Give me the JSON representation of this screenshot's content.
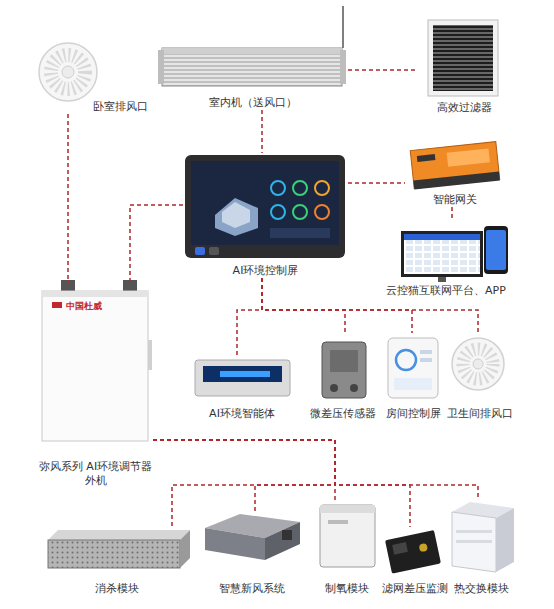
{
  "diagram": {
    "nodes": [
      {
        "text": [
          "卧室排风口"
        ]
      },
      {
        "text": [
          "室内机（送风口）"
        ]
      },
      {
        "text": [
          "高效过滤器"
        ]
      },
      {
        "text": [
          "AI环境控制屏"
        ]
      },
      {
        "text": [
          "智能网关"
        ]
      },
      {
        "text": [
          "云控猫互联网平台、APP"
        ]
      },
      {
        "text": [
          "弥风系列 AI环境调节器外机"
        ]
      },
      {
        "text": [
          "AI环境智能体"
        ]
      },
      {
        "text": [
          "微差压传感器"
        ]
      },
      {
        "text": [
          "房间控制屏"
        ]
      },
      {
        "text": [
          "卫生间排风口"
        ]
      },
      {
        "text": [
          "消杀模块"
        ]
      },
      {
        "text": [
          "智慧新风系统"
        ]
      },
      {
        "text": [
          "制氧模块"
        ]
      },
      {
        "text": [
          "滤网差压监测"
        ]
      },
      {
        "text": [
          "热交换模块"
        ]
      }
    ],
    "edges": [
      {
        "from": 0,
        "to": 6,
        "arrow": "none"
      },
      {
        "from": 1,
        "to": 2,
        "arrow": "none"
      },
      {
        "from": 1,
        "to": 3,
        "arrow": "none"
      },
      {
        "from": 3,
        "to": 6,
        "arrow": "none"
      },
      {
        "from": 3,
        "to": 4,
        "arrow": "none"
      },
      {
        "from": 4,
        "to": 5,
        "arrow": "none"
      },
      {
        "from": 3,
        "to": 7,
        "arrow": "none"
      },
      {
        "from": 3,
        "to": 8,
        "arrow": "none"
      },
      {
        "from": 3,
        "to": 9,
        "arrow": "none"
      },
      {
        "from": 3,
        "to": 10,
        "arrow": "none"
      },
      {
        "from": 6,
        "to": 11,
        "arrow": "none"
      },
      {
        "from": 6,
        "to": 12,
        "arrow": "none"
      },
      {
        "from": 6,
        "to": 13,
        "arrow": "none"
      },
      {
        "from": 6,
        "to": 14,
        "arrow": "none"
      },
      {
        "from": 6,
        "to": 15,
        "arrow": "none"
      }
    ],
    "labels": [
      "中国杜威"
    ]
  }
}
